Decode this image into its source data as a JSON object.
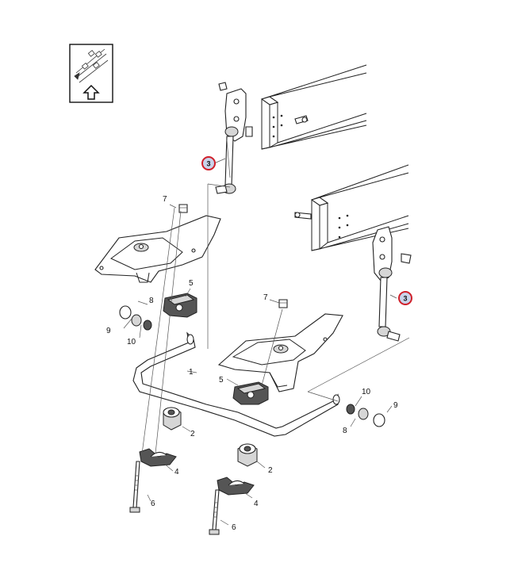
{
  "view_icon": {
    "name": "view-direction-icon",
    "arrow": "up-arrow-icon"
  },
  "colors": {
    "line": "#222222",
    "callout_ring": "#d0202a",
    "callout_fill": "#c9d3ea",
    "shade": "#d6d6d6"
  },
  "labels": [
    {
      "id": "lbl-7a",
      "text": "7"
    },
    {
      "id": "lbl-5a",
      "text": "5"
    },
    {
      "id": "lbl-8a",
      "text": "8"
    },
    {
      "id": "lbl-9a",
      "text": "9"
    },
    {
      "id": "lbl-10a",
      "text": "10"
    },
    {
      "id": "lbl-1",
      "text": "1"
    },
    {
      "id": "lbl-5b",
      "text": "5"
    },
    {
      "id": "lbl-2a",
      "text": "2"
    },
    {
      "id": "lbl-4a",
      "text": "4"
    },
    {
      "id": "lbl-6a",
      "text": "6"
    },
    {
      "id": "lbl-2b",
      "text": "2"
    },
    {
      "id": "lbl-4b",
      "text": "4"
    },
    {
      "id": "lbl-6b",
      "text": "6"
    },
    {
      "id": "lbl-7b",
      "text": "7"
    },
    {
      "id": "lbl-10b",
      "text": "10"
    },
    {
      "id": "lbl-8b",
      "text": "8"
    },
    {
      "id": "lbl-9b",
      "text": "9"
    }
  ],
  "callouts": [
    {
      "id": "callout-3a",
      "text": "3"
    },
    {
      "id": "callout-3b",
      "text": "3"
    }
  ]
}
